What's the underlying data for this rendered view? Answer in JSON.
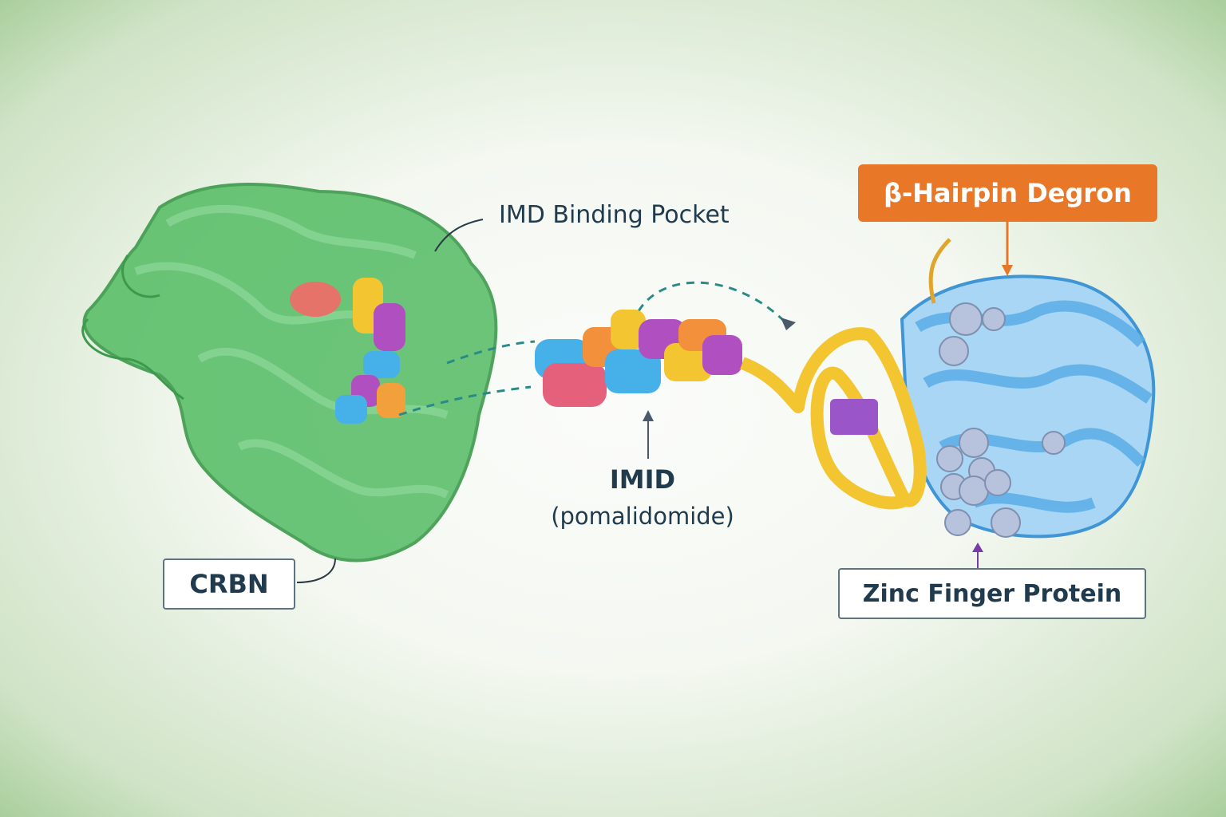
{
  "labels": {
    "pocket": "IMD Binding Pocket",
    "crbn": "CRBN",
    "degron": "β-Hairpin Degron",
    "imid_name": "IMID",
    "imid_sub": "(pomalidomide)",
    "zinc_finger": "Zinc Finger Protein"
  },
  "colors": {
    "crbn": "#4fb85e",
    "zinc_finger": "#5aaee6",
    "degron": "#e87828",
    "hairpin": "#f2c531",
    "zinc_atoms": "#b7c3dc"
  }
}
